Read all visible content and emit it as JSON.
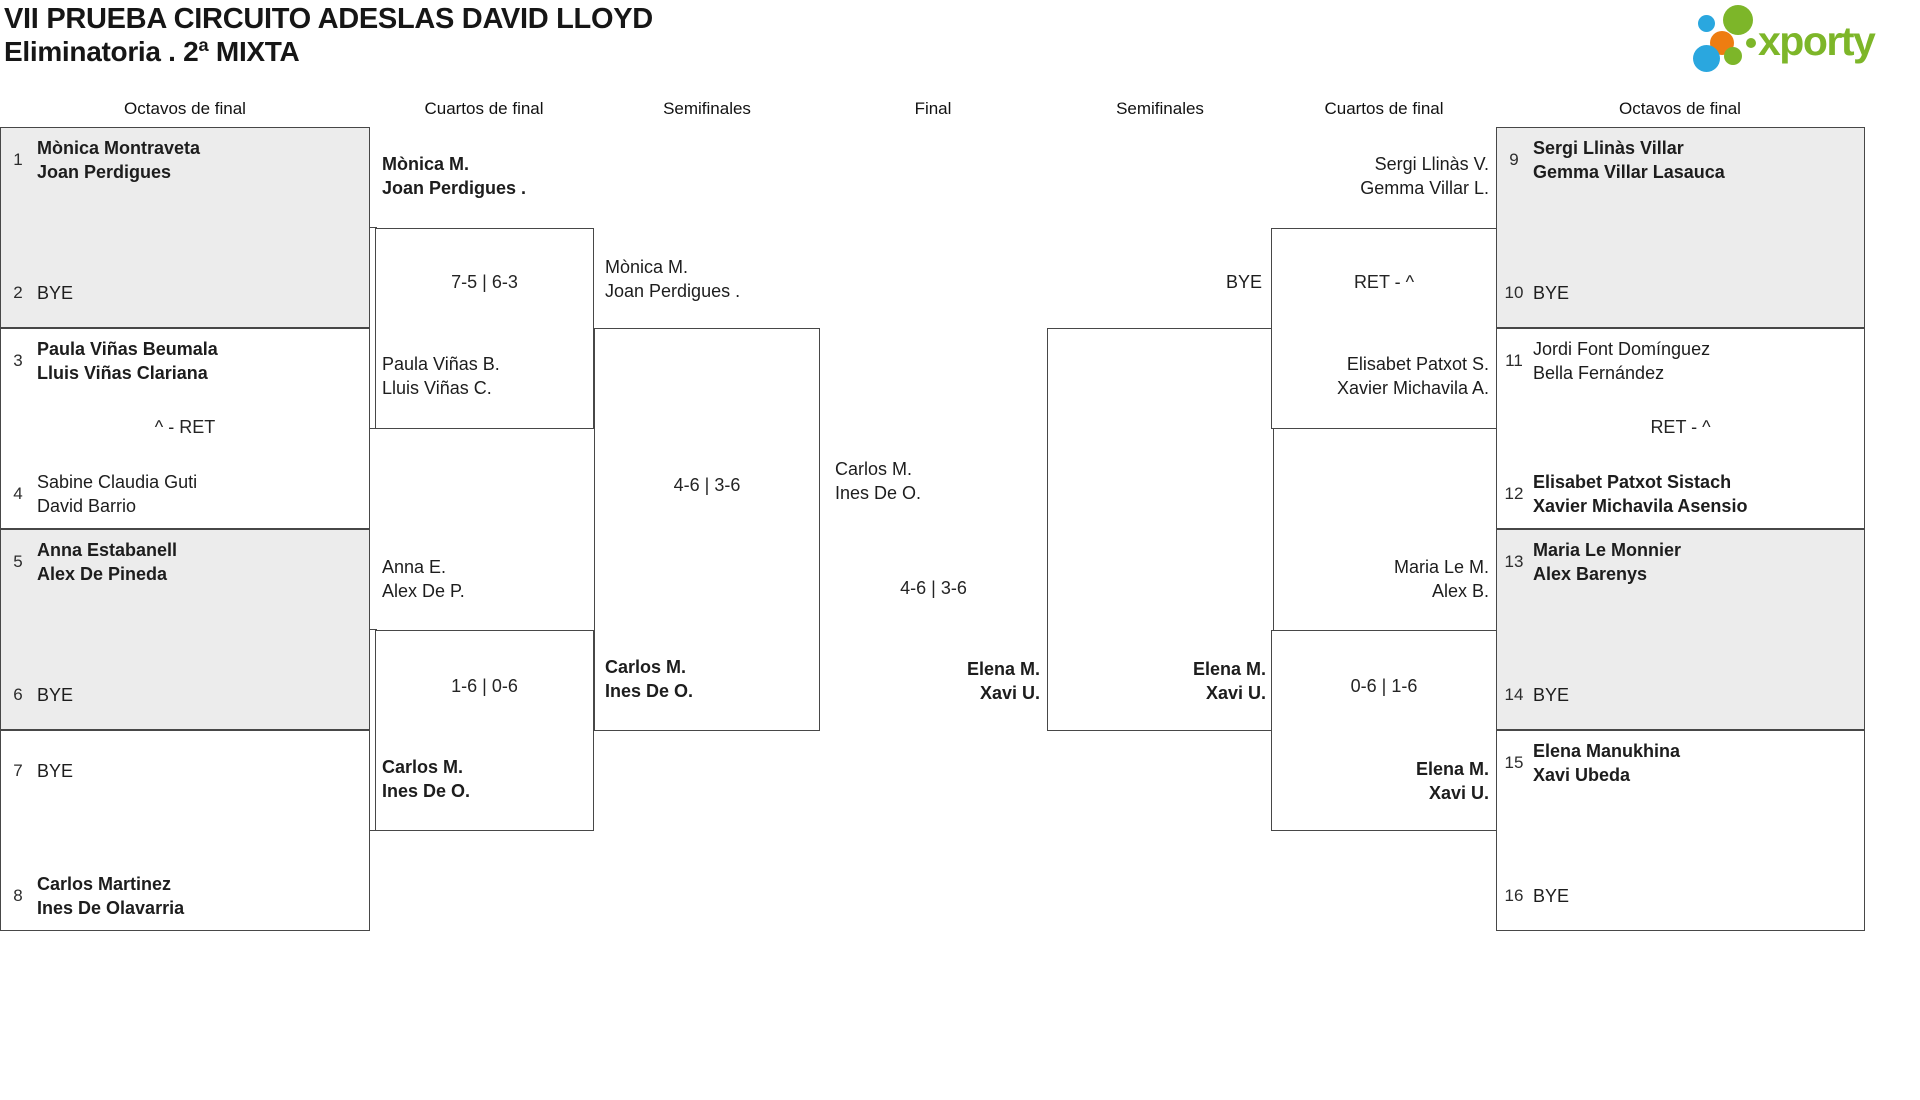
{
  "title": {
    "line1": "VII PRUEBA CIRCUITO ADESLAS DAVID LLOYD",
    "line2": "Eliminatoria . 2ª MIXTA"
  },
  "logo": {
    "text": "xporty",
    "colors": {
      "green": "#7db629",
      "blue": "#2aa7df",
      "orange": "#ee7d11"
    }
  },
  "round_headers": [
    "Octavos de final",
    "Cuartos de final",
    "Semifinales",
    "Final",
    "Semifinales",
    "Cuartos de final",
    "Octavos de final"
  ],
  "octavos": {
    "left": [
      {
        "seed": "1",
        "names": [
          "Mònica Montraveta",
          "Joan Perdigues"
        ],
        "winner": true
      },
      {
        "seed": "2",
        "names": [
          "BYE"
        ],
        "winner": false
      },
      {
        "seed": "3",
        "names": [
          "Paula Viñas Beumala",
          "Lluis Viñas Clariana"
        ],
        "winner": true
      },
      {
        "seed": "4",
        "names": [
          "Sabine Claudia Guti",
          "David Barrio"
        ],
        "winner": false
      },
      {
        "seed": "5",
        "names": [
          "Anna Estabanell",
          "Alex De Pineda"
        ],
        "winner": true
      },
      {
        "seed": "6",
        "names": [
          "BYE"
        ],
        "winner": false
      },
      {
        "seed": "7",
        "names": [
          "BYE"
        ],
        "winner": false
      },
      {
        "seed": "8",
        "names": [
          "Carlos Martinez",
          "Ines De Olavarria"
        ],
        "winner": true
      }
    ],
    "right": [
      {
        "seed": "9",
        "names": [
          "Sergi Llinàs Villar",
          "Gemma Villar Lasauca"
        ],
        "winner": true
      },
      {
        "seed": "10",
        "names": [
          "BYE"
        ],
        "winner": false
      },
      {
        "seed": "11",
        "names": [
          "Jordi Font Domínguez",
          "Bella Fernández"
        ],
        "winner": false
      },
      {
        "seed": "12",
        "names": [
          "Elisabet Patxot Sistach",
          "Xavier Michavila Asensio"
        ],
        "winner": true
      },
      {
        "seed": "13",
        "names": [
          "Maria Le Monnier",
          "Alex Barenys"
        ],
        "winner": true
      },
      {
        "seed": "14",
        "names": [
          "BYE"
        ],
        "winner": false
      },
      {
        "seed": "15",
        "names": [
          "Elena Manukhina",
          "Xavi Ubeda"
        ],
        "winner": true
      },
      {
        "seed": "16",
        "names": [
          "BYE"
        ],
        "winner": false
      }
    ],
    "left_score_3_4": "^ - RET",
    "right_score_11_12": "RET - ^"
  },
  "cuartos": {
    "left": [
      {
        "top": {
          "names": [
            "Mònica M.",
            "Joan Perdigues ."
          ],
          "winner": true
        },
        "score": "7-5 | 6-3",
        "bottom": {
          "names": [
            "Paula Viñas B.",
            "Lluis Viñas C."
          ],
          "winner": false
        }
      },
      {
        "top": {
          "names": [
            "Anna E.",
            "Alex De P."
          ],
          "winner": false
        },
        "score": "1-6 | 0-6",
        "bottom": {
          "names": [
            "Carlos M.",
            "Ines De O."
          ],
          "winner": true
        }
      }
    ],
    "right": [
      {
        "top": {
          "names": [
            "Sergi Llinàs V.",
            "Gemma Villar L."
          ],
          "winner": false
        },
        "score": "RET - ^",
        "bottom": {
          "names": [
            "Elisabet Patxot S.",
            "Xavier Michavila A."
          ],
          "winner": false
        }
      },
      {
        "top": {
          "names": [
            "Maria Le M.",
            "Alex B."
          ],
          "winner": false
        },
        "score": "0-6 | 1-6",
        "bottom": {
          "names": [
            "Elena M.",
            "Xavi U."
          ],
          "winner": true
        }
      }
    ]
  },
  "semifinales": {
    "left": {
      "top": {
        "names": [
          "Mònica M.",
          "Joan Perdigues ."
        ],
        "winner": false
      },
      "score": "4-6 | 3-6",
      "bottom": {
        "names": [
          "Carlos M.",
          "Ines De O."
        ],
        "winner": true
      }
    },
    "right": {
      "top": {
        "names": [
          "BYE"
        ],
        "winner": false
      },
      "score": "",
      "bottom": {
        "names": [
          "Elena M.",
          "Xavi U."
        ],
        "winner": true
      }
    }
  },
  "final": {
    "top": {
      "names": [
        "Carlos M.",
        "Ines De O."
      ],
      "winner": false
    },
    "score": "4-6 | 3-6",
    "bottom": {
      "names": [
        "Elena M.",
        "Xavi U."
      ],
      "winner": true
    }
  }
}
